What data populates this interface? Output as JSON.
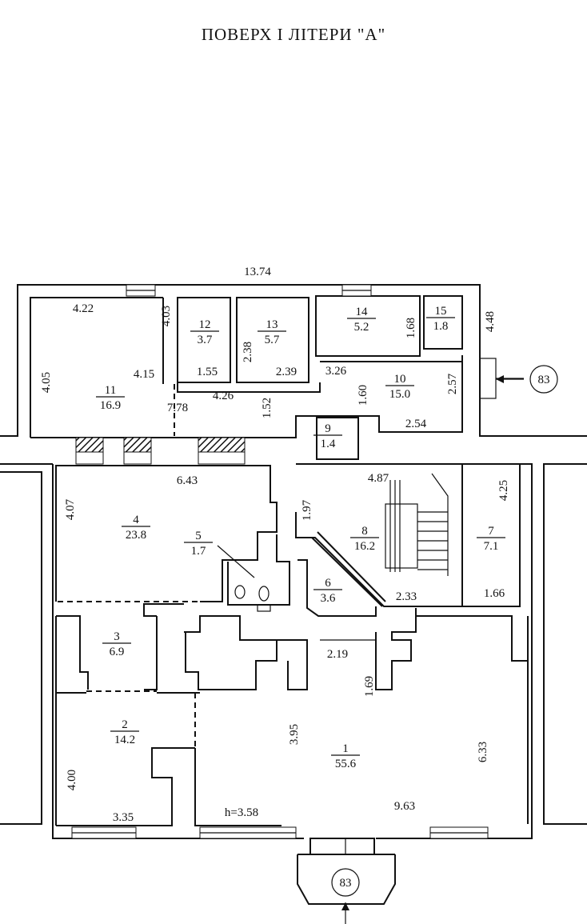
{
  "title": "ПОВЕРХ І ЛІТЕРИ \"А\"",
  "entrance_label": "83",
  "rooms": [
    {
      "num": "1",
      "area": "55.6"
    },
    {
      "num": "2",
      "area": "14.2"
    },
    {
      "num": "3",
      "area": "6.9"
    },
    {
      "num": "4",
      "area": "23.8"
    },
    {
      "num": "5",
      "area": "1.7"
    },
    {
      "num": "6",
      "area": "3.6"
    },
    {
      "num": "7",
      "area": "7.1"
    },
    {
      "num": "8",
      "area": "16.2"
    },
    {
      "num": "9",
      "area": "1.4"
    },
    {
      "num": "10",
      "area": "15.0"
    },
    {
      "num": "11",
      "area": "16.9"
    },
    {
      "num": "12",
      "area": "3.7"
    },
    {
      "num": "13",
      "area": "5.7"
    },
    {
      "num": "14",
      "area": "5.2"
    },
    {
      "num": "15",
      "area": "1.8"
    }
  ],
  "dimensions": [
    "13.74",
    "4.22",
    "4.03",
    "4.05",
    "4.15",
    "7.78",
    "1.55",
    "2.38",
    "2.39",
    "4.26",
    "1.52",
    "1.68",
    "4.48",
    "3.26",
    "1.60",
    "2.57",
    "2.54",
    "6.43",
    "4.07",
    "1.97",
    "4.87",
    "4.25",
    "2.33",
    "1.66",
    "2.19",
    "1.69",
    "3.95",
    "6.33",
    "4.00",
    "3.35",
    "h=3.58",
    "9.63"
  ]
}
